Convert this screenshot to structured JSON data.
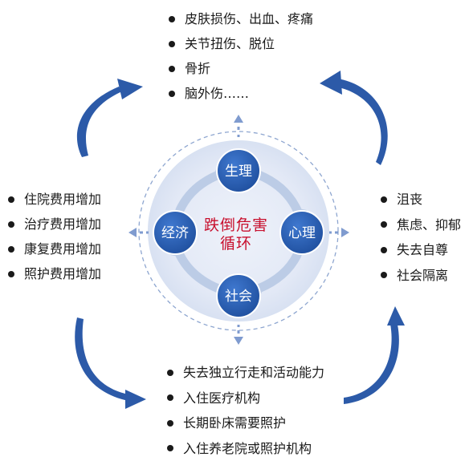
{
  "center": {
    "title_line1": "跌倒危害",
    "title_line2": "循环"
  },
  "nodes": {
    "top": "生理",
    "right": "心理",
    "bottom": "社会",
    "left": "经济"
  },
  "lists": {
    "physical": [
      "皮肤损伤、出血、疼痛",
      "关节扭伤、脱位",
      "骨折",
      "脑外伤……"
    ],
    "economic": [
      "住院费用增加",
      "治疗费用增加",
      "康复费用增加",
      "照护费用增加"
    ],
    "psychological": [
      "沮丧",
      "焦虑、抑郁",
      "失去自尊",
      "社会隔离"
    ],
    "social": [
      "失去独立行走和活动能力",
      "入住医疗机构",
      "长期卧床需要照护",
      "入住养老院或照护机构"
    ]
  },
  "colors": {
    "node_fill": "#2e63b8",
    "ring_arrow": "#bccce6",
    "outer_arrow": "#2c5aa8",
    "backdrop": "#e6ecf7",
    "center_text": "#c8102e"
  }
}
